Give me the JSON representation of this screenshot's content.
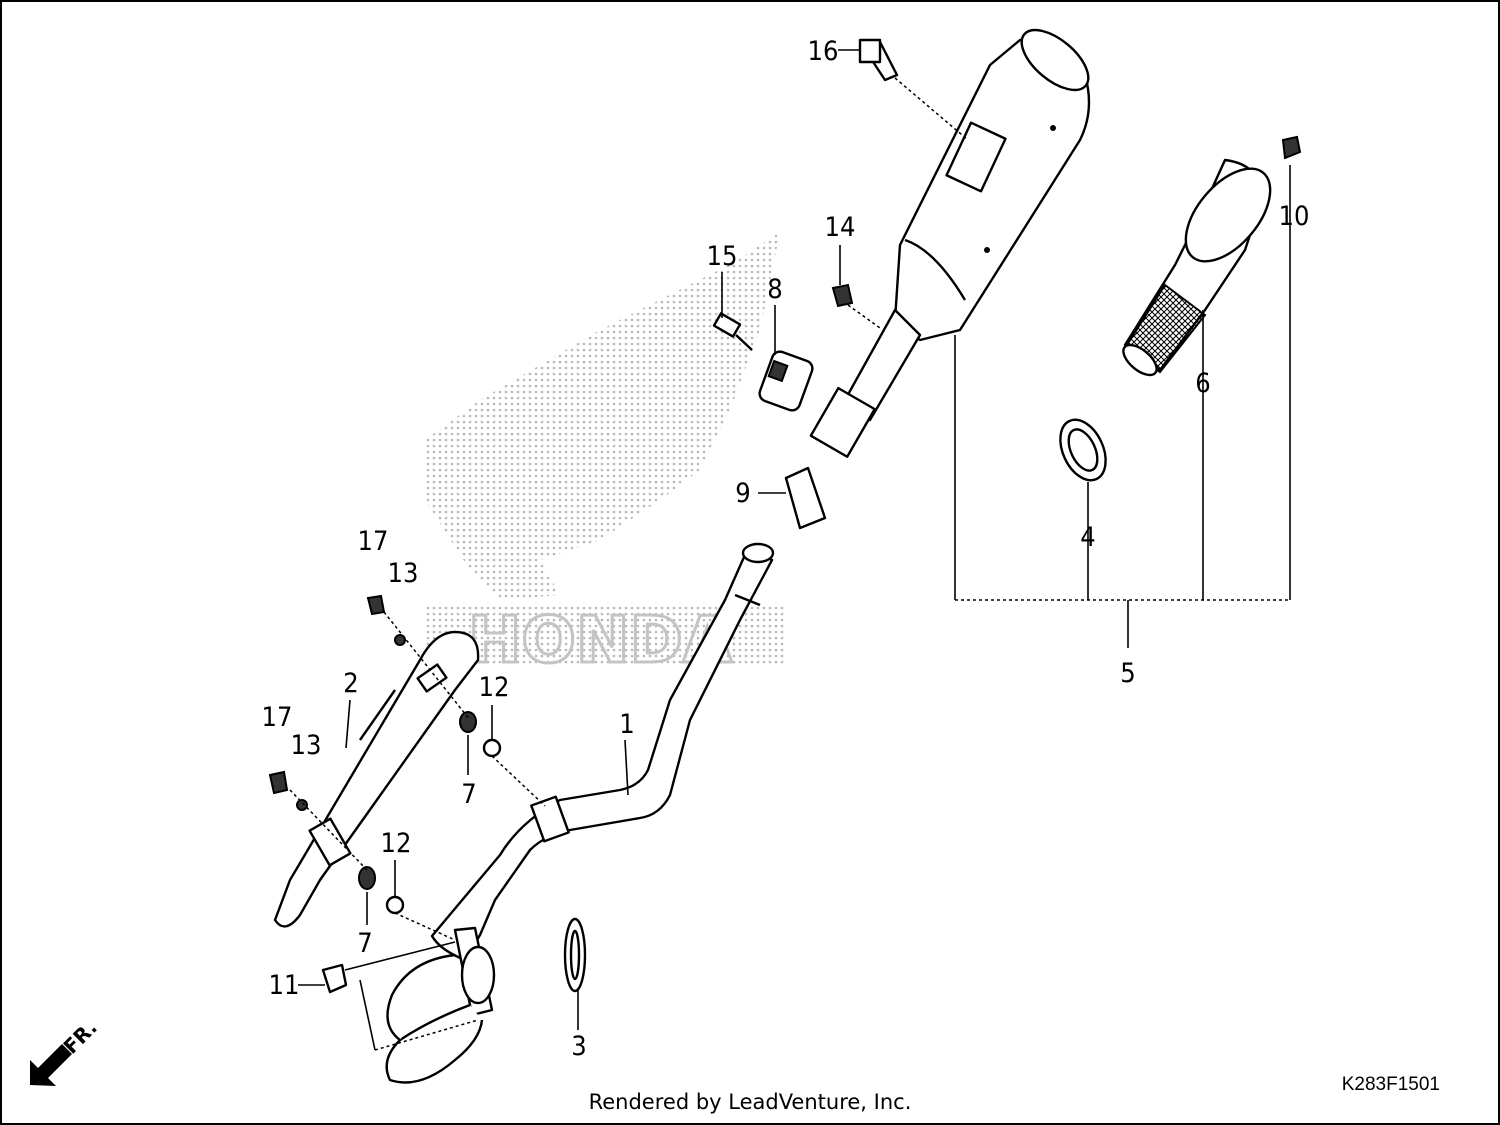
{
  "diagram": {
    "watermark_logo": "HONDA",
    "front_marker": "FR.",
    "drawing_code": "K283F1501",
    "caption": "Rendered by LeadVenture, Inc.",
    "callouts": {
      "c1": "1",
      "c2": "2",
      "c3": "3",
      "c4": "4",
      "c5": "5",
      "c6": "6",
      "c7a": "7",
      "c7b": "7",
      "c8": "8",
      "c9": "9",
      "c10": "10",
      "c11": "11",
      "c12a": "12",
      "c12b": "12",
      "c13a": "13",
      "c13b": "13",
      "c14": "14",
      "c15": "15",
      "c16": "16",
      "c17a": "17",
      "c17b": "17"
    },
    "colors": {
      "line": "#000000",
      "watermark": "#bdbdbd",
      "background": "#ffffff"
    }
  }
}
